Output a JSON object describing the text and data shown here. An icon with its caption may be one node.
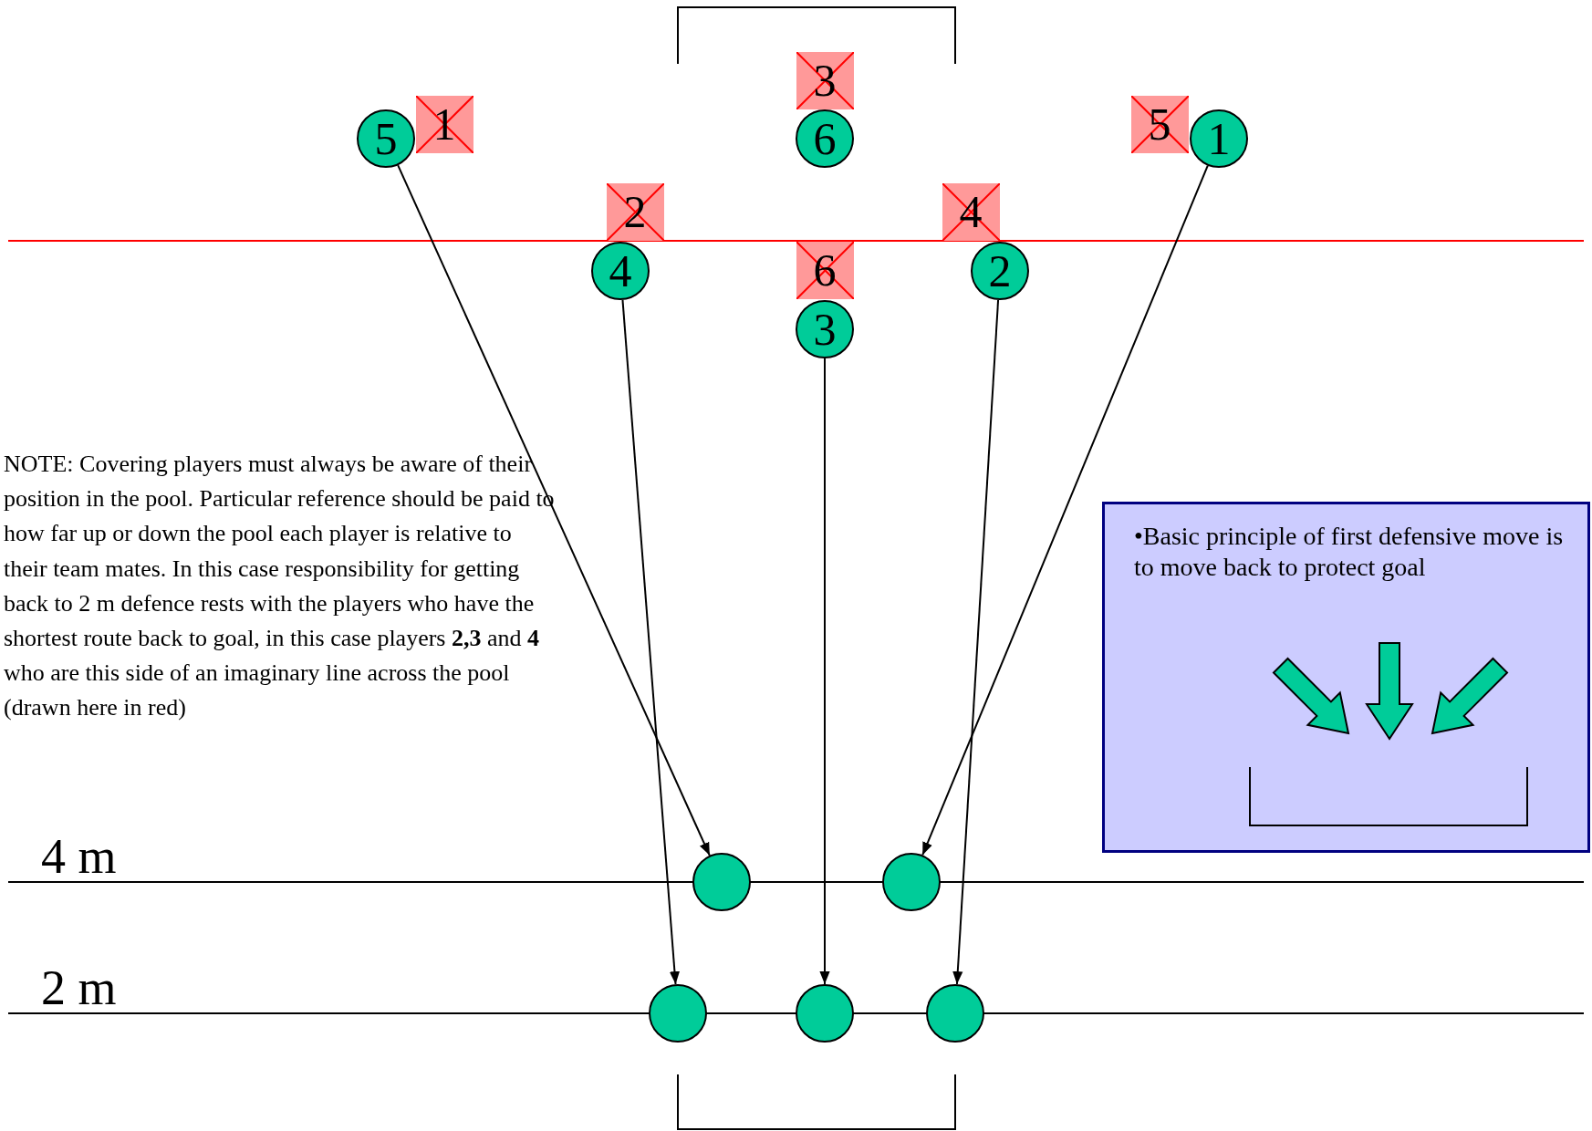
{
  "diagram": {
    "nodes": [
      {
        "text": [
          "3"
        ]
      },
      {
        "text": [
          "5"
        ]
      },
      {
        "text": [
          "1"
        ]
      },
      {
        "text": [
          "6"
        ]
      },
      {
        "text": [
          "5"
        ]
      },
      {
        "text": [
          "1"
        ]
      },
      {
        "text": [
          "2"
        ]
      },
      {
        "text": [
          "4"
        ]
      },
      {
        "text": [
          "4"
        ]
      },
      {
        "text": [
          "6"
        ]
      },
      {
        "text": [
          "2"
        ]
      },
      {
        "text": [
          "3"
        ]
      },
      {
        "text": [
          "•Basic principle of first defensive move is to move back to protect goal"
        ]
      },
      {
        "text": [],
        "shape": "circle"
      },
      {
        "text": [],
        "shape": "circle"
      },
      {
        "text": [],
        "shape": "circle"
      },
      {
        "text": [],
        "shape": "circle"
      },
      {
        "text": [],
        "shape": "circle"
      }
    ],
    "edges": [
      {
        "from": 1,
        "to": 13,
        "arrow": "to"
      },
      {
        "from": 8,
        "to": 15,
        "arrow": "to"
      },
      {
        "from": 11,
        "to": 16,
        "arrow": "to"
      },
      {
        "from": 10,
        "to": 17,
        "arrow": "to"
      },
      {
        "from": 5,
        "to": 14,
        "arrow": "to"
      }
    ],
    "labels": [
      "NOTE: Covering players must always be aware of their position in the pool.  Particular reference should be paid to how far up or down the pool each player is relative to their team mates. In this case responsibility for getting back to 2 m defence rests with the players who have the shortest route back to goal, in this case players **2,3** and **4** who are this side of an imaginary line across the pool (drawn here in red)",
      "4 m",
      "2 m"
    ]
  }
}
